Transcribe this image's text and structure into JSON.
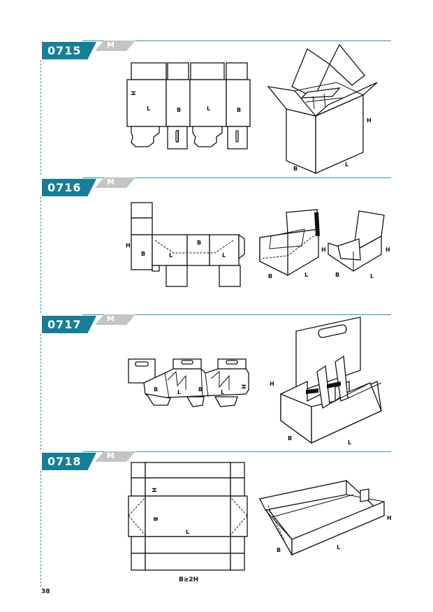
{
  "sections": [
    {
      "code": "0715",
      "grade": "M",
      "net_labels": {
        "h": "H",
        "l1": "L",
        "b1": "B",
        "l2": "L",
        "b2": "B"
      },
      "view_labels": {
        "h": "H",
        "b": "B",
        "l": "L"
      }
    },
    {
      "code": "0716",
      "grade": "M",
      "net_labels": {
        "h": "H",
        "b": "B",
        "l1": "L",
        "l2": "L",
        "b2": "B"
      },
      "view1_labels": {
        "h": "H",
        "b": "B",
        "l": "L"
      },
      "view2_labels": {
        "h": "H",
        "b": "B",
        "l": "L"
      }
    },
    {
      "code": "0717",
      "grade": "M",
      "net_labels": {
        "b1": "B",
        "l1": "L",
        "b2": "B",
        "l2": "L",
        "h": "H"
      },
      "view_labels": {
        "h": "H",
        "b": "B",
        "l": "L"
      }
    },
    {
      "code": "0718",
      "grade": "M",
      "net_labels": {
        "h": "H",
        "b": "B",
        "l": "L",
        "condition": "B≥2H"
      },
      "view_labels": {
        "h": "H",
        "b": "B",
        "l": "L"
      }
    }
  ],
  "page_number": "38"
}
